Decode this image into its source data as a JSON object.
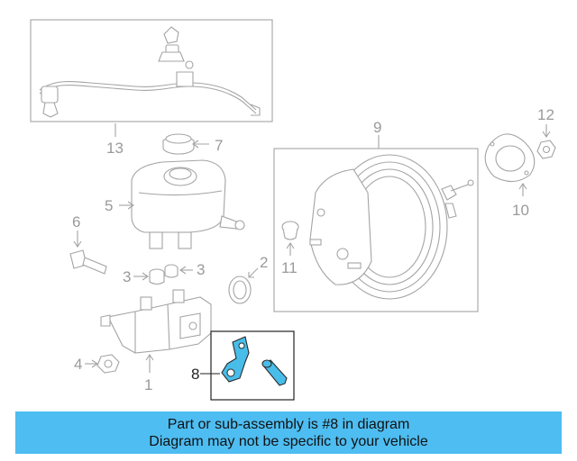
{
  "colors": {
    "banner_bg": "#4ebdf1",
    "highlight_part": "#48bde9",
    "line_art": "#a4a4a4"
  },
  "callouts": {
    "c1": "1",
    "c2": "2",
    "c3a": "3",
    "c3b": "3",
    "c4": "4",
    "c5": "5",
    "c6": "6",
    "c7": "7",
    "c8": "8",
    "c9": "9",
    "c10": "10",
    "c11": "11",
    "c12": "12",
    "c13": "13"
  },
  "banner": {
    "line1": "Part or sub-assembly is #8 in diagram",
    "line2": "Diagram may not be specific to your vehicle"
  }
}
